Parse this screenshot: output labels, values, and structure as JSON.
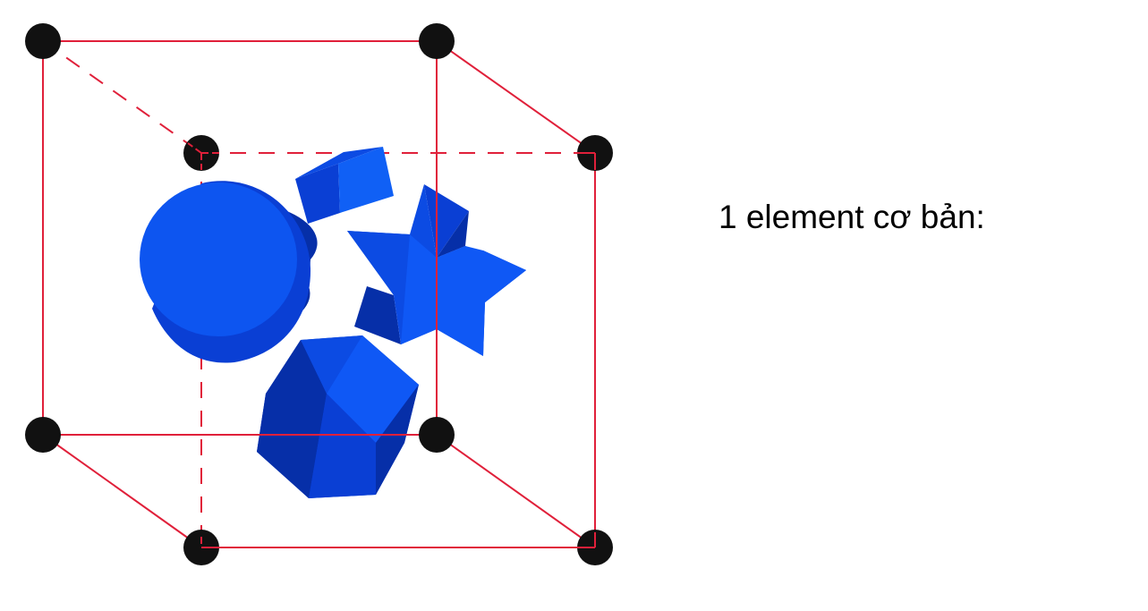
{
  "caption": "1 element cơ bản:",
  "colors": {
    "edge": "#e0203a",
    "atom": "#111111",
    "shape_light": "#0f58f5",
    "shape_mid": "#0a3fd4",
    "shape_dark": "#062fa8"
  },
  "shapes": [
    "cylinder",
    "cube",
    "star",
    "hexagonal-prism"
  ]
}
